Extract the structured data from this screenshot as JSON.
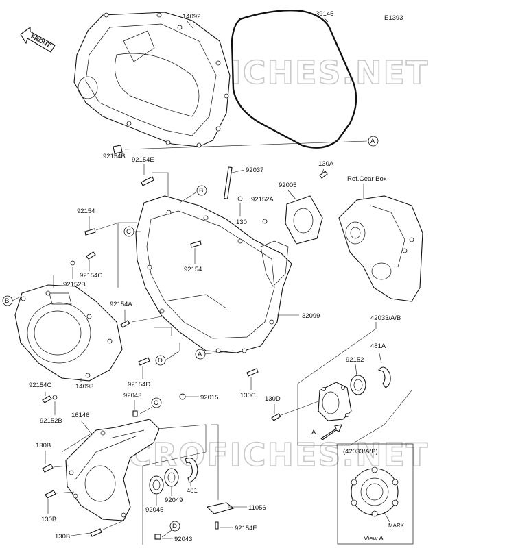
{
  "diagram": {
    "code": "E1393",
    "front_label": "FRONT",
    "watermark": "MICROFICHES.NET",
    "ref_gear_box": "Ref.Gear Box",
    "view_a_title": "(42033/A/B)",
    "view_a_caption": "View A",
    "mark_label": "MARK",
    "arrow_a_label": "A",
    "callouts": [
      "A",
      "B",
      "C",
      "D"
    ],
    "parts": {
      "p14092": "14092",
      "p39145": "39145",
      "p92154B": "92154B",
      "p92154E": "92154E",
      "p92037": "92037",
      "p92005": "92005",
      "p130A": "130A",
      "p92152A": "92152A",
      "p130_top": "130",
      "p92154_a": "92154",
      "p92154_b": "92154",
      "p92154C_a": "92154C",
      "p92152B_a": "92152B",
      "p92154A": "92154A",
      "p32099": "32099",
      "p42033": "42033/A/B",
      "p481A": "481A",
      "p92152": "92152",
      "p130C": "130C",
      "p130D": "130D",
      "p92154D": "92154D",
      "p92154C_b": "92154C",
      "p92152B_b": "92152B",
      "p14093": "14093",
      "p92043_a": "92043",
      "p92015": "92015",
      "p16146": "16146",
      "p130B_a": "130B",
      "p130B_b": "130B",
      "p130B_c": "130B",
      "p92045": "92045",
      "p92049": "92049",
      "p481": "481",
      "p11056": "11056",
      "p92154F": "92154F",
      "p92043_b": "92043"
    }
  }
}
